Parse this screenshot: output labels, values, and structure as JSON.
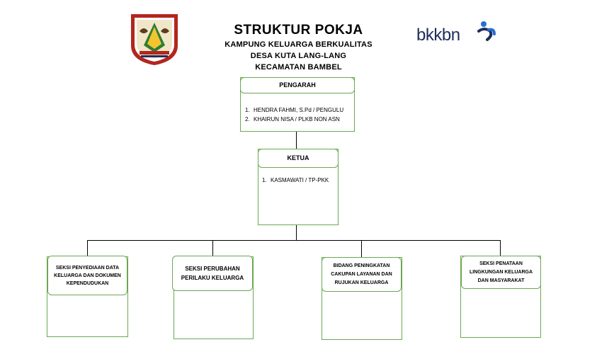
{
  "header": {
    "title": "STRUKTUR POKJA",
    "subtitle_1": "KAMPUNG KELUARGA BERKUALITAS",
    "subtitle_2": "DESA KUTA LANG-LANG",
    "subtitle_3": "KECAMATAN BAMBEL",
    "brand_logo_text": "bkkbn"
  },
  "colors": {
    "box_border": "#6aa84f",
    "brand_dark": "#1f2d5c",
    "brand_blue": "#2a6bd6",
    "emblem_red": "#b3261e"
  },
  "pengarah": {
    "title": "PENGARAH",
    "members": [
      {
        "num": "1.",
        "name": "HENDRA FAHMI, S.Pd / PENGULU"
      },
      {
        "num": "2.",
        "name": "KHAIRUN NISA / PLKB NON ASN"
      }
    ]
  },
  "ketua": {
    "title": "KETUA",
    "members": [
      {
        "num": "1.",
        "name": "KASMAWATI / TP-PKK"
      }
    ]
  },
  "sections": [
    {
      "label": "SEKSI PENYEDIAAN DATA KELUARGA DAN DOKUMEN KEPENDUDUKAN"
    },
    {
      "label": "SEKSI PERUBAHAN PERILAKU KELUARGA"
    },
    {
      "label": "BIDANG PENINGKATAN CAKUPAN LAYANAN DAN RUJUKAN KELUARGA"
    },
    {
      "label": "SEKSI PENATAAN LINGKUNGAN KELUARGA DAN MASYARAKAT"
    }
  ]
}
